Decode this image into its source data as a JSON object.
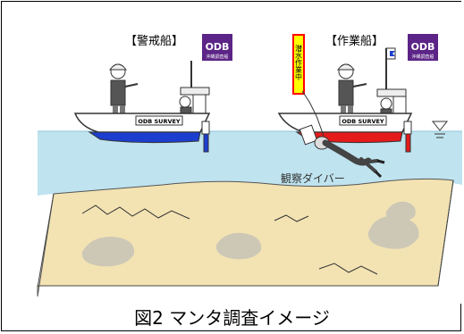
{
  "scene": {
    "guard_boat_label": "【警戒船】",
    "work_boat_label": "【作業船】",
    "guard_boat_logo": "ODB",
    "guard_boat_logo_sub": "沖縄調査船",
    "work_boat_logo": "ODB",
    "work_boat_logo_sub": "沖縄調査船",
    "guard_hull_text": "ODB SURVEY",
    "work_hull_text": "ODB SURVEY",
    "flag_text": "潜水作業中",
    "diver_label": "観察ダイバー",
    "colors": {
      "sea": "#bfe3ef",
      "sand": "#f3e3b3",
      "rock": "#cdc7b6",
      "hull_blue": "#1c3ecf",
      "hull_red": "#e51b1b",
      "logo_bg": "#5b2486",
      "flag_bg": "#ffff00",
      "flag_pole": "#ff0000"
    }
  },
  "caption": "図2 マンタ調査イメージ"
}
